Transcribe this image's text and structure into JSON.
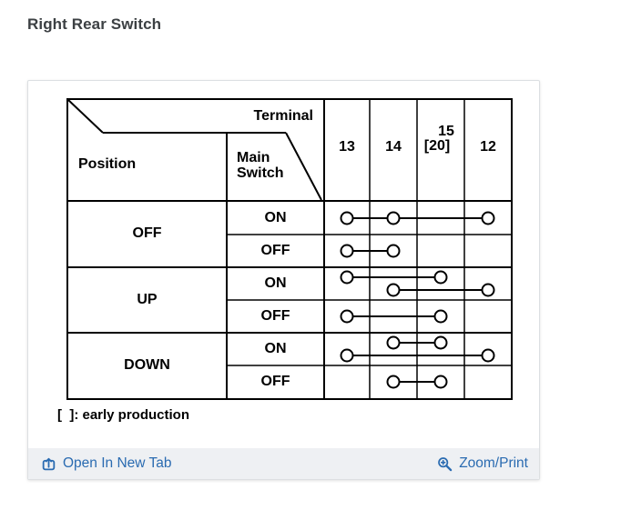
{
  "page": {
    "title": "Right Rear Switch"
  },
  "diagram": {
    "corner": {
      "terminal": "Terminal",
      "position": "Position",
      "main_switch": "Main\nSwitch"
    },
    "columns": [
      {
        "label": "13"
      },
      {
        "label": "14"
      },
      {
        "label": "15",
        "sublabel": "[20]"
      },
      {
        "label": "12"
      }
    ],
    "rows": [
      {
        "position": "OFF",
        "states": [
          {
            "main_switch": "ON",
            "connections": [
              [
                "13",
                "14",
                "12"
              ]
            ]
          },
          {
            "main_switch": "OFF",
            "connections": [
              [
                "13",
                "14"
              ]
            ]
          }
        ]
      },
      {
        "position": "UP",
        "states": [
          {
            "main_switch": "ON",
            "connections": [
              [
                "13",
                "15"
              ],
              [
                "14",
                "12"
              ]
            ]
          },
          {
            "main_switch": "OFF",
            "connections": [
              [
                "13",
                "15"
              ]
            ]
          }
        ]
      },
      {
        "position": "DOWN",
        "states": [
          {
            "main_switch": "ON",
            "connections": [
              [
                "14",
                "15"
              ],
              [
                "13",
                "12"
              ]
            ]
          },
          {
            "main_switch": "OFF",
            "connections": [
              [
                "14",
                "15"
              ]
            ]
          }
        ]
      }
    ],
    "note": "[  ]: early production"
  },
  "footer": {
    "open_in_new_tab": "Open In New Tab",
    "zoom_print": "Zoom/Print"
  },
  "colors": {
    "line": "#000000",
    "link": "#2a6bb1",
    "title": "#3c4043",
    "footer_bg": "#eef0f3",
    "card_border": "#dcdfe2"
  }
}
